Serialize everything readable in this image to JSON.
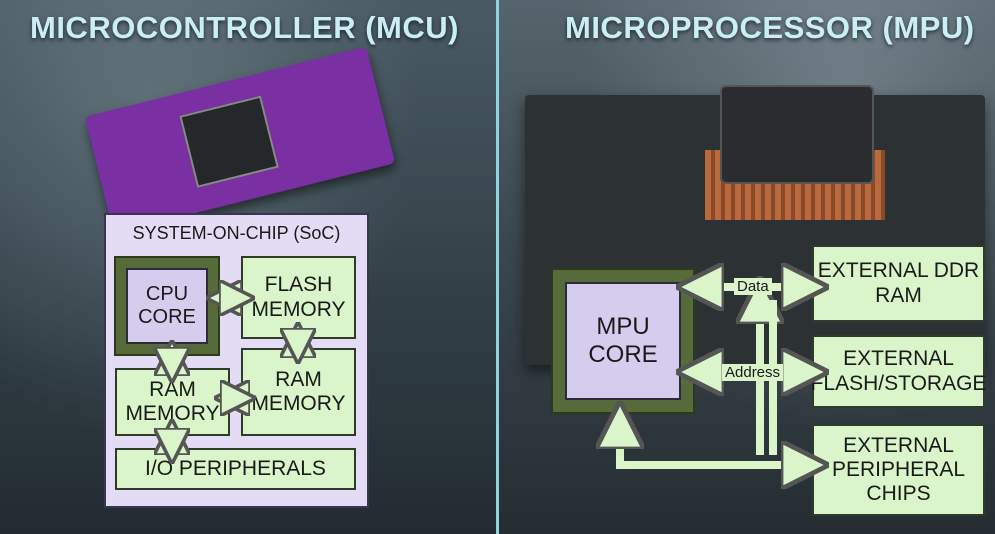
{
  "left": {
    "title": "MICROCONTROLLER (MCU)",
    "soc_label": "SYSTEM-ON-CHIP (SoC)",
    "cpu_core": "CPU CORE",
    "flash_memory": "FLASH MEMORY",
    "ram_memory_left": "RAM MEMORY",
    "ram_memory_right": "RAM MEMORY",
    "io_peripherals": "I/O PERIPHERALS"
  },
  "right": {
    "title": "MICROPROCESSOR (MPU)",
    "mpu_core": "MPU CORE",
    "data_label": "Data",
    "address_label": "Address",
    "external_ddr_ram": "EXTERNAL DDR RAM",
    "external_flash": "EXTERNAL FLASH/STORAGE",
    "external_peripherals": "EXTERNAL PERIPHERAL CHIPS"
  },
  "colors": {
    "title": "#c9eef6",
    "box_fill": "#d9f5c9",
    "soc_fill": "#e4dcf4",
    "chip_core": "#d6cdee",
    "divider": "#8fd3e0"
  }
}
